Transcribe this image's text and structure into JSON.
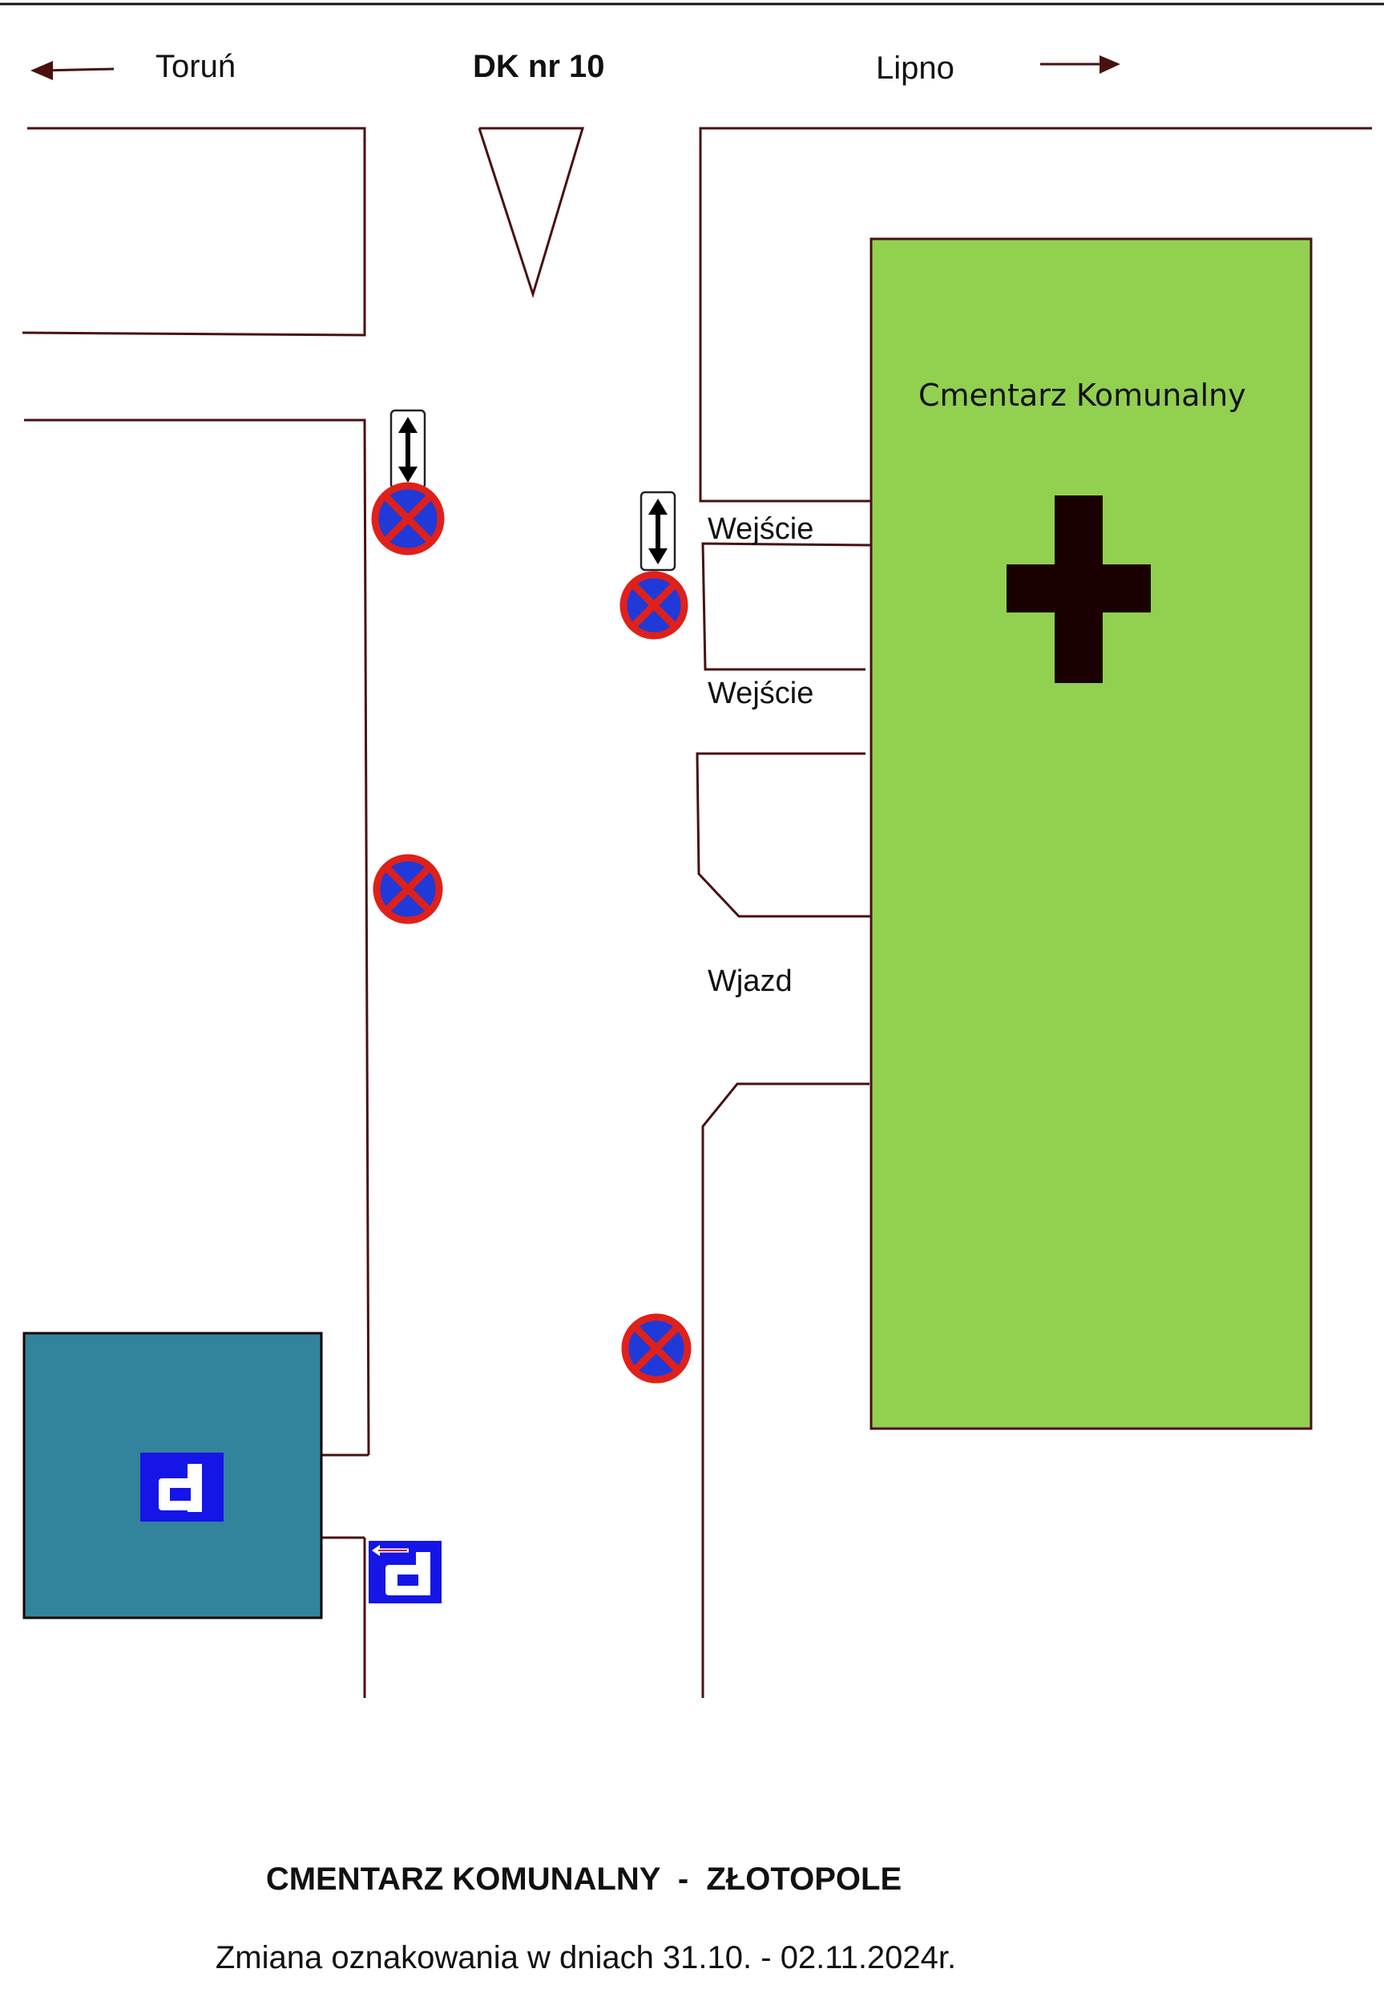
{
  "header": {
    "left_destination": "Toruń",
    "road_name": "DK nr 10",
    "right_destination": "Lipno"
  },
  "cemetery": {
    "name": "Cmentarz Komunalny",
    "fill_color": "#92d050",
    "symbol": "cross-icon"
  },
  "openings": {
    "entrance_1": "Wejście",
    "entrance_2": "Wejście",
    "driveway": "Wjazd"
  },
  "signs": {
    "no_stopping": "no-stopping-sign",
    "both_directions_plate": "double-arrow-plate",
    "parking": "parking-sign",
    "parking_direction": "parking-direction-sign"
  },
  "parking_area": {
    "fill_color": "#31849b"
  },
  "colors": {
    "road_line": "#4a1010",
    "sign_red": "#e0201a",
    "sign_blue": "#1f3ad8",
    "parking_blue": "#1515e8"
  },
  "footer": {
    "title": "CMENTARZ KOMUNALNY  -  ZŁOTOPOLE",
    "subtitle": "Zmiana oznakowania w dniach 31.10. - 02.11.2024r."
  }
}
